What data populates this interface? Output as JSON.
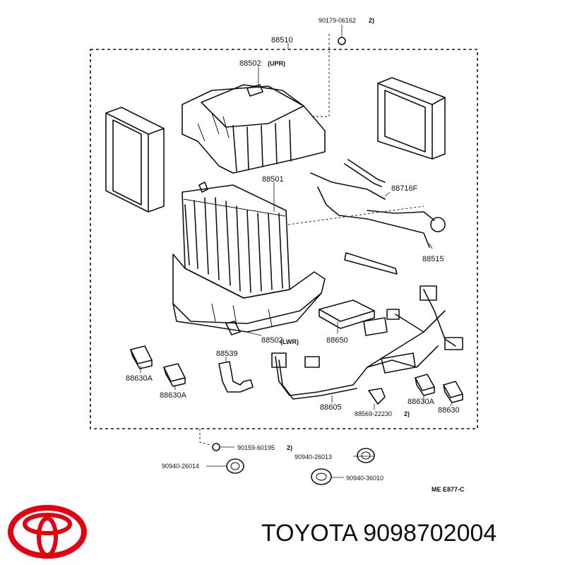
{
  "labels": {
    "p90179": "90179-06162",
    "note_top": "2)",
    "p88510": "88510",
    "p88502_upr": "88502",
    "upr": "(UPR)",
    "p88501": "88501",
    "p88716f": "88716F",
    "p88515": "88515",
    "p88650": "88650",
    "p88502_lwr": "88502",
    "lwr": "(LWR)",
    "p88539": "88539",
    "p88630a_1": "88630A",
    "p88630a_2": "88630A",
    "p88605": "88605",
    "p88569": "88569-22230",
    "note_mid": "2)",
    "p88630a_3": "88630A",
    "p88630": "88630",
    "p90159": "90159-60195",
    "note_bot": "2)",
    "p90940_26013": "90940-26013",
    "p90940_26014": "90940-26014",
    "p90940_36010": "90940-36010",
    "diagram_code": "ME  E877-C"
  },
  "brand": {
    "logo": "toyota-logo",
    "text": "TOYOTA 9098702004",
    "logo_color": "#e3000f"
  }
}
